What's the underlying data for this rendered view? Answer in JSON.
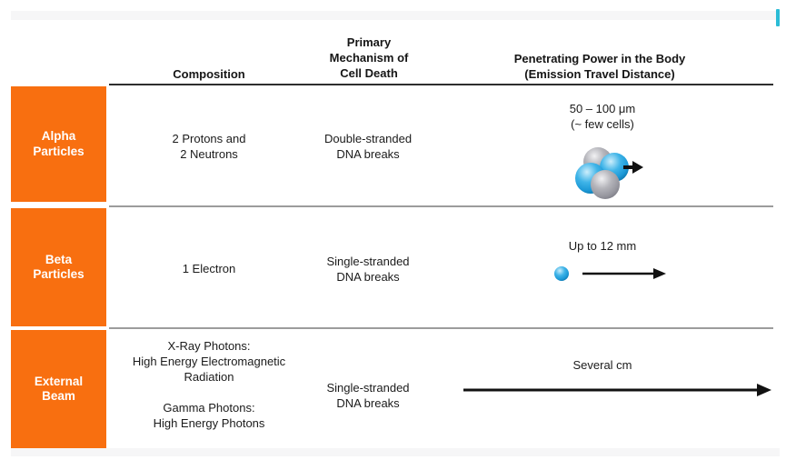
{
  "colors": {
    "row_header_orange": "#F86F10",
    "cyan_marker": "#2BBCD6",
    "sphere_blue": "#29A8E0",
    "sphere_gray": "#A9A9B0",
    "header_rule": "#2E2E2E",
    "row_rule": "#9C9C9C"
  },
  "table": {
    "columns": [
      "Composition",
      "Primary\nMechanism of\nCell Death",
      "Penetrating Power in the Body\n(Emission Travel Distance)"
    ],
    "rows": [
      {
        "label": "Alpha\nParticles",
        "composition": "2 Protons and\n2 Neutrons",
        "mechanism": "Double-stranded\nDNA breaks",
        "penetration": "50 – 100 μm\n(~ few cells)",
        "icon": "alpha-cluster-icon"
      },
      {
        "label": "Beta\nParticles",
        "composition": "1 Electron",
        "mechanism": "Single-stranded\nDNA breaks",
        "penetration": "Up to 12 mm",
        "icon": "electron-sphere-icon"
      },
      {
        "label": "External\nBeam",
        "composition": "X-Ray Photons:\nHigh Energy Electromagnetic\nRadiation\n\nGamma Photons:\nHigh Energy Photons",
        "mechanism": "Single-stranded\nDNA breaks",
        "penetration": "Several cm",
        "icon": "long-arrow-icon"
      }
    ]
  }
}
